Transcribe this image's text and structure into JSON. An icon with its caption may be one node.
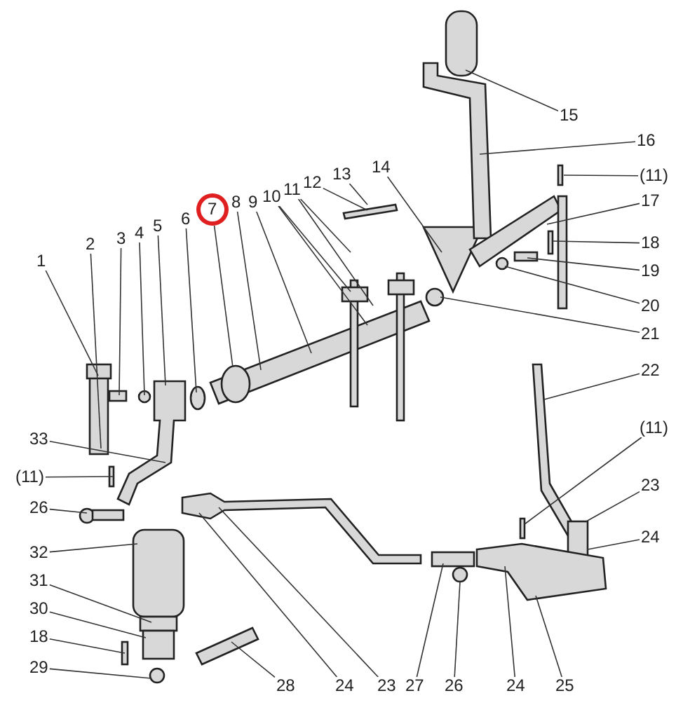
{
  "diagram": {
    "nodes": [
      {
        "text": [
          "1"
        ]
      },
      {
        "text": [
          "2"
        ]
      },
      {
        "text": [
          "3"
        ]
      },
      {
        "text": [
          "4"
        ]
      },
      {
        "text": [
          "5"
        ]
      },
      {
        "text": [
          "6"
        ]
      },
      {
        "text": [
          "7"
        ]
      },
      {
        "text": [
          "8"
        ]
      },
      {
        "text": [
          "9"
        ]
      },
      {
        "text": [
          "10"
        ]
      },
      {
        "text": [
          "11"
        ]
      },
      {
        "text": [
          "12"
        ]
      },
      {
        "text": [
          "13"
        ]
      },
      {
        "text": [
          "14"
        ]
      },
      {
        "text": [
          "15"
        ]
      },
      {
        "text": [
          "16"
        ]
      },
      {
        "text": [
          "(11)"
        ]
      },
      {
        "text": [
          "17"
        ]
      },
      {
        "text": [
          "18"
        ]
      },
      {
        "text": [
          "19"
        ]
      },
      {
        "text": [
          "20"
        ]
      },
      {
        "text": [
          "21"
        ]
      },
      {
        "text": [
          "22"
        ]
      },
      {
        "text": [
          "(11)"
        ]
      },
      {
        "text": [
          "23"
        ]
      },
      {
        "text": [
          "24"
        ]
      },
      {
        "text": [
          "33"
        ]
      },
      {
        "text": [
          "(11)"
        ]
      },
      {
        "text": [
          "26"
        ]
      },
      {
        "text": [
          "32"
        ]
      },
      {
        "text": [
          "31"
        ]
      },
      {
        "text": [
          "30"
        ]
      },
      {
        "text": [
          "18"
        ]
      },
      {
        "text": [
          "29"
        ]
      },
      {
        "text": [
          "28"
        ]
      },
      {
        "text": [
          "24"
        ]
      },
      {
        "text": [
          "23"
        ]
      },
      {
        "text": [
          "27"
        ]
      },
      {
        "text": [
          "26"
        ]
      },
      {
        "text": [
          "24"
        ]
      },
      {
        "text": [
          "25"
        ]
      }
    ],
    "edges": [
      {
        "from": 0,
        "to": null,
        "arrow": "none"
      },
      {
        "from": 1,
        "to": null,
        "arrow": "none"
      },
      {
        "from": 2,
        "to": null,
        "arrow": "none"
      },
      {
        "from": 3,
        "to": null,
        "arrow": "none"
      },
      {
        "from": 4,
        "to": null,
        "arrow": "none"
      },
      {
        "from": 5,
        "to": null,
        "arrow": "none"
      },
      {
        "from": 6,
        "to": null,
        "arrow": "none"
      },
      {
        "from": 7,
        "to": null,
        "arrow": "none"
      },
      {
        "from": 8,
        "to": null,
        "arrow": "none"
      },
      {
        "from": 9,
        "to": null,
        "arrow": "none"
      },
      {
        "from": 9,
        "to": null,
        "arrow": "none"
      },
      {
        "from": 10,
        "to": null,
        "arrow": "none"
      },
      {
        "from": 10,
        "to": null,
        "arrow": "none"
      },
      {
        "from": 11,
        "to": null,
        "arrow": "none"
      },
      {
        "from": 12,
        "to": null,
        "arrow": "none"
      },
      {
        "from": 13,
        "to": null,
        "arrow": "none"
      },
      {
        "from": 14,
        "to": null,
        "arrow": "none"
      },
      {
        "from": 15,
        "to": null,
        "arrow": "none"
      },
      {
        "from": 16,
        "to": null,
        "arrow": "none"
      },
      {
        "from": 17,
        "to": null,
        "arrow": "none"
      },
      {
        "from": 18,
        "to": null,
        "arrow": "none"
      },
      {
        "from": 19,
        "to": null,
        "arrow": "none"
      },
      {
        "from": 20,
        "to": null,
        "arrow": "none"
      },
      {
        "from": 21,
        "to": null,
        "arrow": "none"
      },
      {
        "from": 22,
        "to": null,
        "arrow": "none"
      },
      {
        "from": 23,
        "to": null,
        "arrow": "none"
      },
      {
        "from": 24,
        "to": null,
        "arrow": "none"
      },
      {
        "from": 25,
        "to": null,
        "arrow": "none"
      },
      {
        "from": 26,
        "to": null,
        "arrow": "none"
      },
      {
        "from": 27,
        "to": null,
        "arrow": "none"
      },
      {
        "from": 28,
        "to": null,
        "arrow": "none"
      },
      {
        "from": 29,
        "to": null,
        "arrow": "none"
      },
      {
        "from": 30,
        "to": null,
        "arrow": "none"
      },
      {
        "from": 31,
        "to": null,
        "arrow": "none"
      },
      {
        "from": 32,
        "to": null,
        "arrow": "none"
      },
      {
        "from": 33,
        "to": null,
        "arrow": "none"
      },
      {
        "from": 34,
        "to": null,
        "arrow": "none"
      },
      {
        "from": 35,
        "to": null,
        "arrow": "none"
      },
      {
        "from": 36,
        "to": null,
        "arrow": "none"
      },
      {
        "from": 37,
        "to": null,
        "arrow": "none"
      },
      {
        "from": 38,
        "to": null,
        "arrow": "none"
      },
      {
        "from": 39,
        "to": null,
        "arrow": "none"
      },
      {
        "from": 40,
        "to": null,
        "arrow": "none"
      }
    ]
  }
}
